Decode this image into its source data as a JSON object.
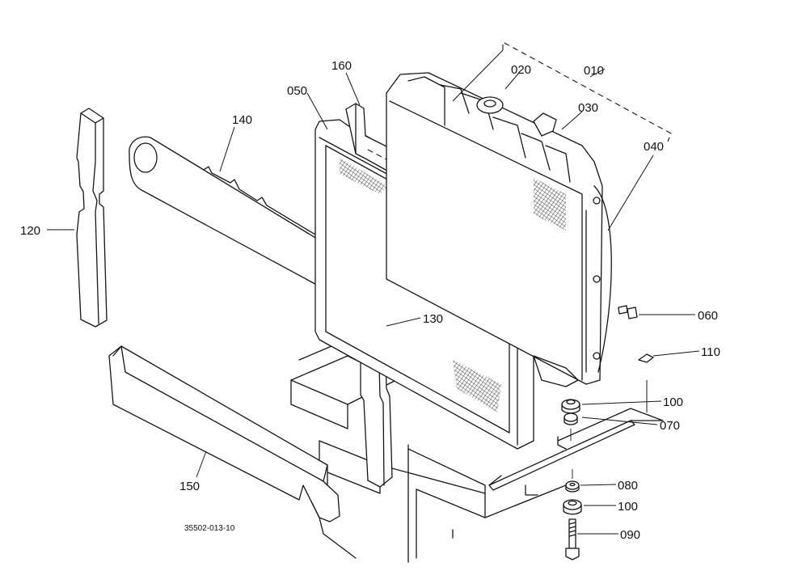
{
  "diagram": {
    "drawing_number": "35502-013-10",
    "callouts": [
      {
        "id": "010",
        "label": "010"
      },
      {
        "id": "020",
        "label": "020"
      },
      {
        "id": "030",
        "label": "030"
      },
      {
        "id": "040",
        "label": "040"
      },
      {
        "id": "050",
        "label": "050"
      },
      {
        "id": "060",
        "label": "060"
      },
      {
        "id": "070",
        "label": "070"
      },
      {
        "id": "080",
        "label": "080"
      },
      {
        "id": "090",
        "label": "090"
      },
      {
        "id": "100a",
        "label": "100"
      },
      {
        "id": "100b",
        "label": "100"
      },
      {
        "id": "110",
        "label": "110"
      },
      {
        "id": "120",
        "label": "120"
      },
      {
        "id": "130",
        "label": "130"
      },
      {
        "id": "140",
        "label": "140"
      },
      {
        "id": "150",
        "label": "150"
      },
      {
        "id": "160",
        "label": "160"
      }
    ]
  }
}
